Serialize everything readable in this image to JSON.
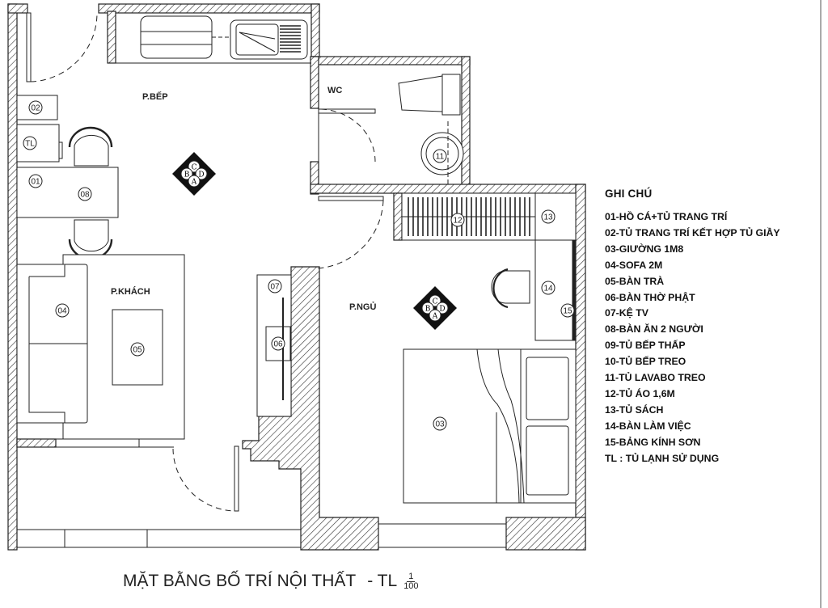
{
  "title": "MẶT BẰNG BỐ TRÍ NỘI THẤT",
  "scale": {
    "prefix": "- TL",
    "numerator": "1",
    "denominator": "100"
  },
  "rooms": {
    "kitchen": "P.BẾP",
    "wc": "WC",
    "living": "P.KHÁCH",
    "bedroom": "P.NGỦ"
  },
  "tags": {
    "t01": "01",
    "t02": "02",
    "t03": "03",
    "t04": "04",
    "t05": "05",
    "t06": "06",
    "t07": "07",
    "t08": "08",
    "t11": "11",
    "t12": "12",
    "t13": "13",
    "t14": "14",
    "t15": "15",
    "tl": "TL"
  },
  "compass": {
    "a": "A",
    "b": "B",
    "c": "C",
    "d": "D"
  },
  "legend": {
    "title": "GHI CHÚ",
    "items": [
      "01-HỒ CÁ+TỦ TRANG TRÍ",
      "02-TỦ TRANG TRÍ KẾT HỢP TỦ GIẦY",
      "03-GIƯỜNG 1M8",
      "04-SOFA 2M",
      "05-BÀN TRÀ",
      "06-BÀN THỜ PHẬT",
      "07-KỆ TV",
      "08-BÀN ĂN 2 NGƯỜI",
      "09-TỦ BẾP THẤP",
      "10-TỦ BẾP TREO",
      "11-TỦ LAVABO TREO",
      "12-TỦ ÁO 1,6M",
      "13-TỦ SÁCH",
      "14-BÀN LÀM VIỆC",
      "15-BẢNG KÍNH SƠN",
      "TL : TỦ LẠNH SỬ DỤNG"
    ]
  }
}
